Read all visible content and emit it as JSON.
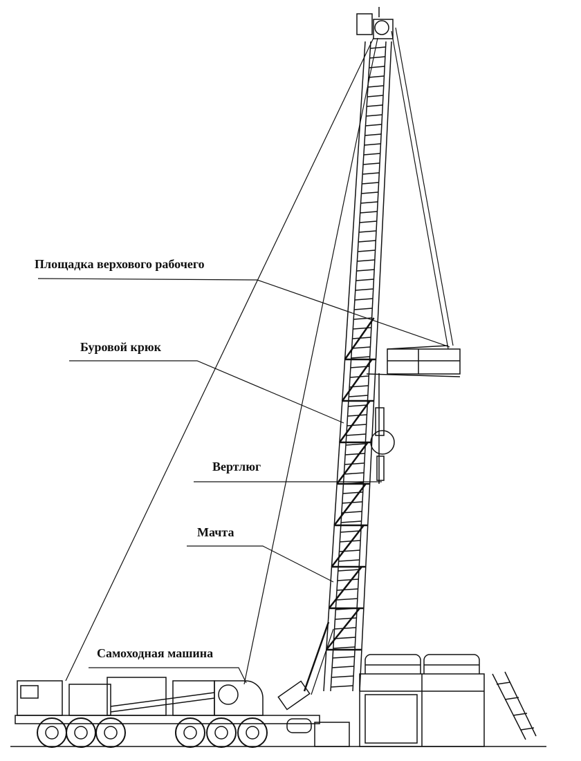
{
  "labels": {
    "platform": "Площадка верхового рабочего",
    "hook": "Буровой крюк",
    "swivel": "Вертлюг",
    "mast": "Мачта",
    "vehicle": "Самоходная машина"
  }
}
